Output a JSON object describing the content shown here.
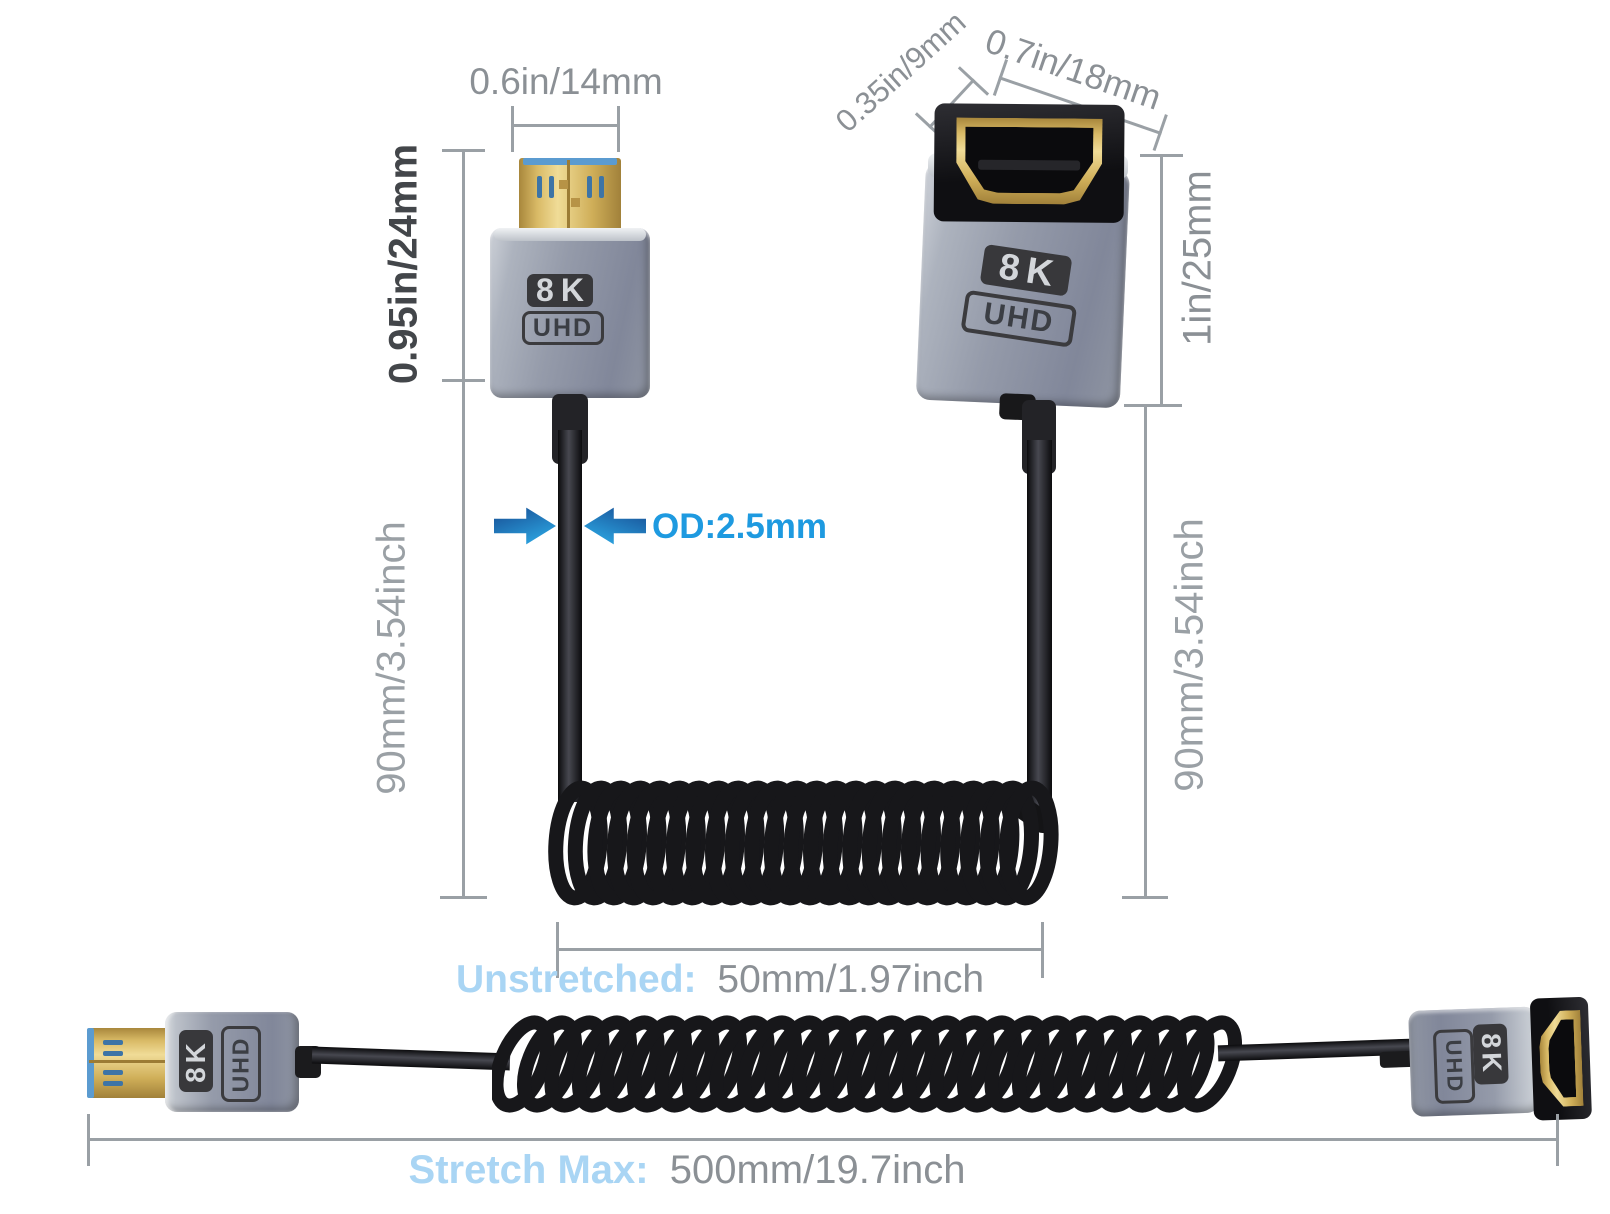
{
  "annotations": {
    "top_left": {
      "width": "0.6in/14mm",
      "height": "0.95in/24mm",
      "cable_length": "90mm/3.54inch",
      "od": "OD:2.5mm"
    },
    "top_right": {
      "depth": "0.35in/9mm",
      "width": "0.7in/18mm",
      "height": "1in/25mm",
      "cable_length": "90mm/3.54inch"
    },
    "unstretched": {
      "label": "Unstretched:",
      "value": "50mm/1.97inch"
    },
    "stretch_max": {
      "label": "Stretch Max:",
      "value": "500mm/19.7inch"
    }
  },
  "connector_badge": {
    "line1": "8K",
    "line2": "UHD"
  },
  "colors": {
    "od_blue": "#1e9ae0",
    "highlight_blue": "#a9d5f4",
    "dimension_gray": "#8b9095",
    "connector_gold": "#d9ba66",
    "body_gray": "#959baa",
    "cable_black": "#17171a"
  }
}
